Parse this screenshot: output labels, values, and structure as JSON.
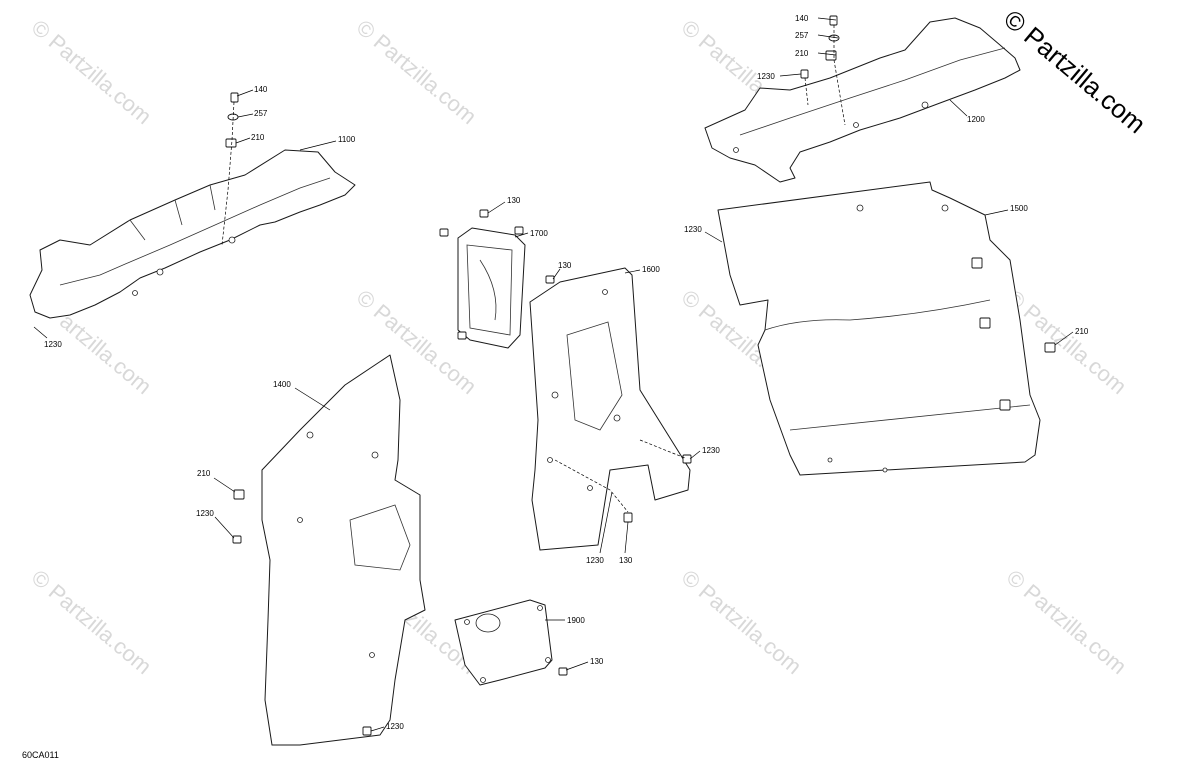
{
  "brand": "© Partzilla.com",
  "watermark": "© Partzilla.com",
  "diagram_code": "60CA011",
  "callouts": {
    "p140_top": "140",
    "p257_top": "257",
    "p210_top": "210",
    "p1100": "1100",
    "p1230_left": "1230",
    "p140_right": "140",
    "p257_right": "257",
    "p210_right": "210",
    "p1230_right_top": "1230",
    "p1200": "1200",
    "p130_a": "130",
    "p1700": "1700",
    "p130_b": "130",
    "p1600": "1600",
    "p1230_mid": "1230",
    "p1230_mid_low": "1230",
    "p130_mid_low": "130",
    "p1230_big": "1230",
    "p1500": "1500",
    "p210_big": "210",
    "p1400": "1400",
    "p210_left": "210",
    "p1230_left_mid": "1230",
    "p1230_bottom": "1230",
    "p1900": "1900",
    "p130_c": "130"
  }
}
